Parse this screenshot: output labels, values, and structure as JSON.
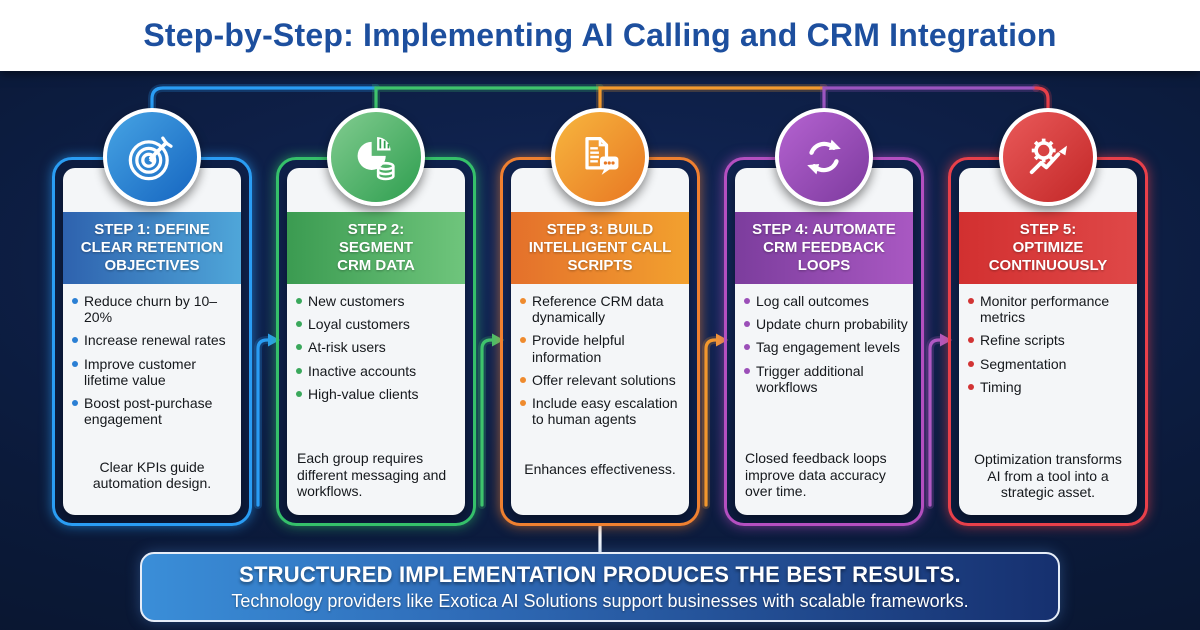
{
  "title": "Step-by-Step: Implementing AI Calling and CRM Integration",
  "banner": {
    "headline": "STRUCTURED IMPLEMENTATION PRODUCES THE BEST RESULTS.",
    "subline": "Technology providers like Exotica AI Solutions support businesses with scalable frameworks."
  },
  "steps": [
    {
      "title": "STEP 1: DEFINE CLEAR RETENTION OBJECTIVES",
      "icon": "target-dartboard-icon",
      "accent_color": "#2a9df4",
      "bullets": [
        "Reduce churn by 10–20%",
        "Increase renewal rates",
        "Improve customer lifetime value",
        "Boost post-purchase engagement"
      ],
      "note": "Clear KPIs guide automation design."
    },
    {
      "title": "STEP 2: SEGMENT CRM DATA",
      "icon": "pie-chart-coins-icon",
      "accent_color": "#35c06a",
      "bullets": [
        "New customers",
        "Loyal customers",
        "At-risk users",
        "Inactive accounts",
        "High-value clients"
      ],
      "note": "Each group requires different messaging and workflows."
    },
    {
      "title": "STEP 3: BUILD INTELLIGENT CALL SCRIPTS",
      "icon": "document-chat-icon",
      "accent_color": "#ef8030",
      "bullets": [
        "Reference CRM data dynamically",
        "Provide helpful information",
        "Offer relevant solutions",
        "Include easy escalation to human agents"
      ],
      "note": "Enhances effectiveness."
    },
    {
      "title": "STEP 4: AUTOMATE CRM FEEDBACK LOOPS",
      "icon": "sync-arrows-icon",
      "accent_color": "#b44fc0",
      "bullets": [
        "Log call outcomes",
        "Update churn probability",
        "Tag engagement levels",
        "Trigger additional workflows"
      ],
      "note": "Closed feedback loops improve data accuracy over time."
    },
    {
      "title": "STEP 5: OPTIMIZE CONTINUOUSLY",
      "icon": "gear-growth-arrow-icon",
      "accent_color": "#e8404a",
      "bullets": [
        "Monitor performance metrics",
        "Refine scripts",
        "Segmentation",
        "Timing"
      ],
      "note": "Optimization transforms AI from a tool into a strategic asset."
    }
  ],
  "colors": {
    "background": "#0b1a3a",
    "title_text": "#1d4f9e",
    "card_background": "#f4f6f8",
    "banner_gradient": [
      "#3a8ed8",
      "#16306f"
    ],
    "step_accents": [
      "#2a9df4",
      "#35c06a",
      "#ef8030",
      "#b44fc0",
      "#e8404a"
    ]
  }
}
